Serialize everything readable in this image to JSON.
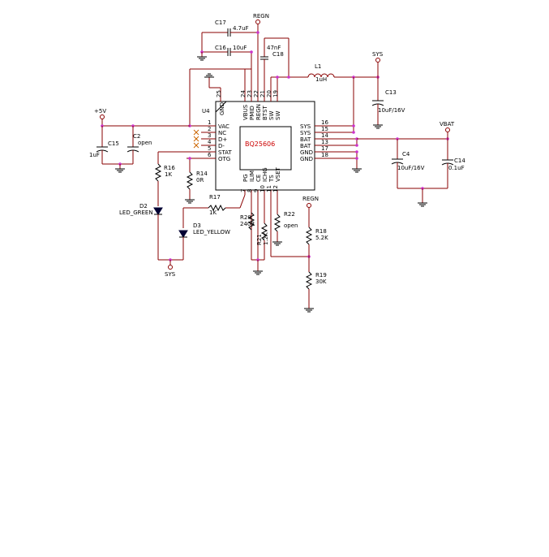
{
  "ic": {
    "ref": "U4",
    "part": "BQ25606",
    "left_pins": [
      {
        "num": "1",
        "name": "VAC"
      },
      {
        "num": "2",
        "name": "NC"
      },
      {
        "num": "3",
        "name": "D+"
      },
      {
        "num": "4",
        "name": "D-"
      },
      {
        "num": "5",
        "name": "STAT"
      },
      {
        "num": "6",
        "name": "OTG"
      }
    ],
    "right_pins": [
      {
        "num": "16",
        "name": "SYS"
      },
      {
        "num": "15",
        "name": "SYS"
      },
      {
        "num": "14",
        "name": "BAT"
      },
      {
        "num": "13",
        "name": "BAT"
      },
      {
        "num": "17",
        "name": "GND"
      },
      {
        "num": "18",
        "name": "GND"
      }
    ],
    "top_pins": [
      {
        "num": "25",
        "name": "GND"
      },
      {
        "num": "24",
        "name": "VBUS"
      },
      {
        "num": "23",
        "name": "PMID"
      },
      {
        "num": "22",
        "name": "REGN"
      },
      {
        "num": "21",
        "name": "BTST"
      },
      {
        "num": "20",
        "name": "SW"
      },
      {
        "num": "19",
        "name": "SW"
      }
    ],
    "bottom_pins": [
      {
        "num": "7",
        "name": "PG"
      },
      {
        "num": "8",
        "name": "ILIM"
      },
      {
        "num": "9",
        "name": "CE"
      },
      {
        "num": "10",
        "name": "ICHG"
      },
      {
        "num": "11",
        "name": "TS"
      },
      {
        "num": "12",
        "name": "VSET"
      }
    ]
  },
  "nets": {
    "regn_top": "REGN",
    "regn_right": "REGN",
    "sys_top": "SYS",
    "sys_bottom": "SYS",
    "vbat": "VBAT",
    "plus5v": "+5V"
  },
  "components": {
    "c17": {
      "ref": "C17",
      "value": "4.7uF"
    },
    "c16": {
      "ref": "C16",
      "value": "10uF"
    },
    "c18": {
      "ref": "C18",
      "value": "47nF"
    },
    "l1": {
      "ref": "L1",
      "value": "1uH"
    },
    "c13": {
      "ref": "C13",
      "value": "10uF/16V"
    },
    "c15": {
      "ref": "C15",
      "value": "1uF"
    },
    "c2": {
      "ref": "C2",
      "value": "open"
    },
    "c4": {
      "ref": "C4",
      "value": "10uF/16V"
    },
    "c14": {
      "ref": "C14",
      "value": "0.1uF"
    },
    "r16": {
      "ref": "R16",
      "value": "1K"
    },
    "r14": {
      "ref": "R14",
      "value": "0R"
    },
    "r17": {
      "ref": "R17",
      "value": "1K"
    },
    "d2": {
      "ref": "D2",
      "value": "LED_GREEN"
    },
    "d3": {
      "ref": "D3",
      "value": "LED_YELLOW"
    },
    "r20": {
      "ref": "R20",
      "value": "240R"
    },
    "r21": {
      "ref": "R21",
      "value": "1.2K"
    },
    "r22": {
      "ref": "R22",
      "value": "open"
    },
    "r18": {
      "ref": "R18",
      "value": "5.2K"
    },
    "r19": {
      "ref": "R19",
      "value": "30K"
    }
  }
}
